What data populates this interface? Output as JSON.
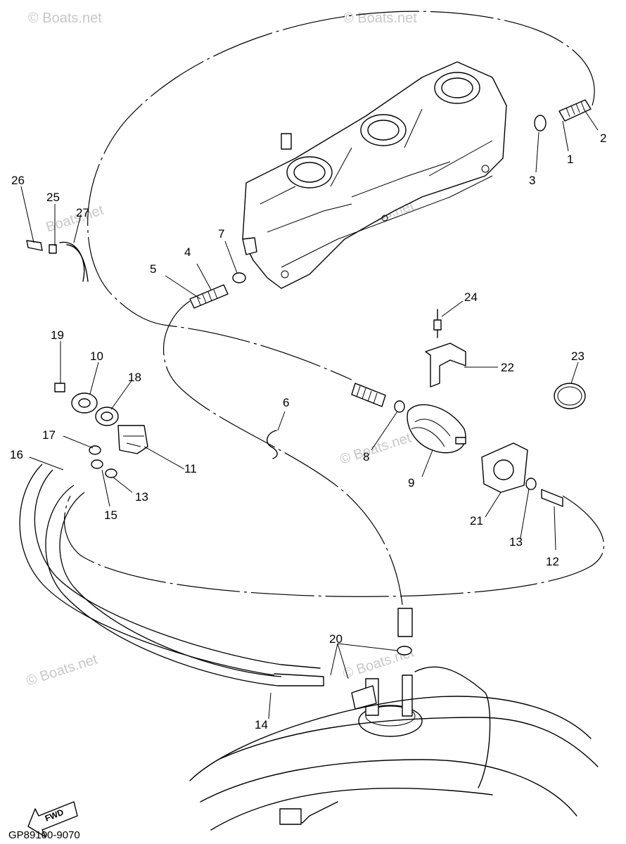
{
  "diagram": {
    "part_numbers": [
      "1",
      "2",
      "3",
      "4",
      "5",
      "6",
      "7",
      "8",
      "9",
      "10",
      "11",
      "12",
      "13",
      "13",
      "14",
      "15",
      "16",
      "17",
      "18",
      "19",
      "20",
      "21",
      "22",
      "23",
      "24",
      "25",
      "26",
      "27"
    ],
    "drawing_code": "GP89100-9070",
    "fwd_label": "FWD",
    "watermarks": [
      "© Boats.net",
      "© Boats.net",
      "Boats.net",
      "© Boats.net",
      "© Boats.net",
      "© Boats.net",
      "© Boats.net"
    ]
  }
}
